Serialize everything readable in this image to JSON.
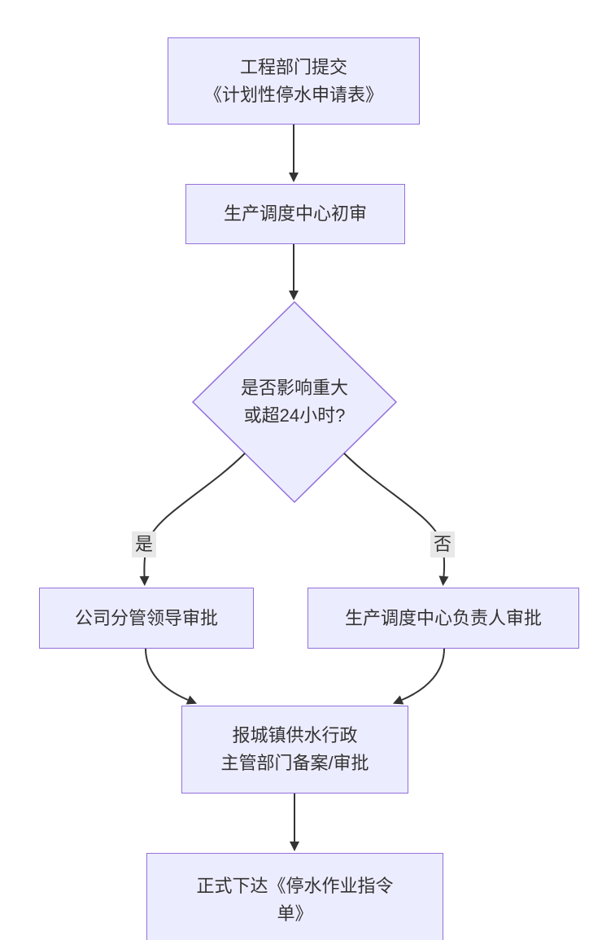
{
  "nodes": {
    "submit": {
      "lines": [
        "工程部门提交",
        "《计划性停水申请表》"
      ]
    },
    "initial_review": {
      "lines": [
        "生产调度中心初审"
      ]
    },
    "decision": {
      "lines": [
        "是否影响重大",
        "或超24小时?"
      ]
    },
    "leader_approval": {
      "lines": [
        "公司分管领导审批"
      ]
    },
    "center_head_approval": {
      "lines": [
        "生产调度中心负责人审批"
      ]
    },
    "gov_filing": {
      "lines": [
        "报城镇供水行政",
        "主管部门备案/审批"
      ]
    },
    "issue_order": {
      "lines": [
        "正式下达《停水作业指令",
        "单》"
      ]
    }
  },
  "edge_labels": {
    "yes": "是",
    "no": "否"
  },
  "colors": {
    "node_fill": "#ECECFF",
    "node_border": "#9370DB",
    "edge_line": "#333333",
    "text": "#333333",
    "edge_label_bg": "#e8e8e8",
    "background": "#ffffff"
  }
}
